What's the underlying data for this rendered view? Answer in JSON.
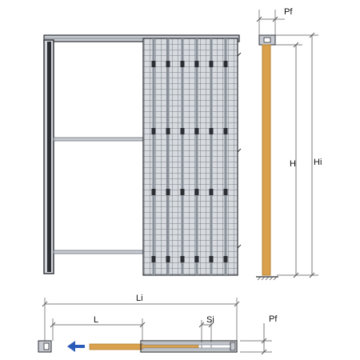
{
  "labels": {
    "pf_top": "Pf",
    "h": "H",
    "hi": "Hi",
    "li": "Li",
    "l": "L",
    "si": "Si",
    "pf_bottom": "Pf"
  },
  "colors": {
    "wood": "#d9a04e",
    "wood_edge": "#b8832f",
    "metal": "#c8ccd2",
    "metal_dark": "#6b7078",
    "mesh_bg": "#d7dbe0",
    "mesh_line": "#5d636b",
    "dim_line": "#555555",
    "arrow": "#2a5bb8",
    "frame_dark": "#2b2e33"
  },
  "icons": {
    "direction_arrow": "arrow-left-icon"
  }
}
